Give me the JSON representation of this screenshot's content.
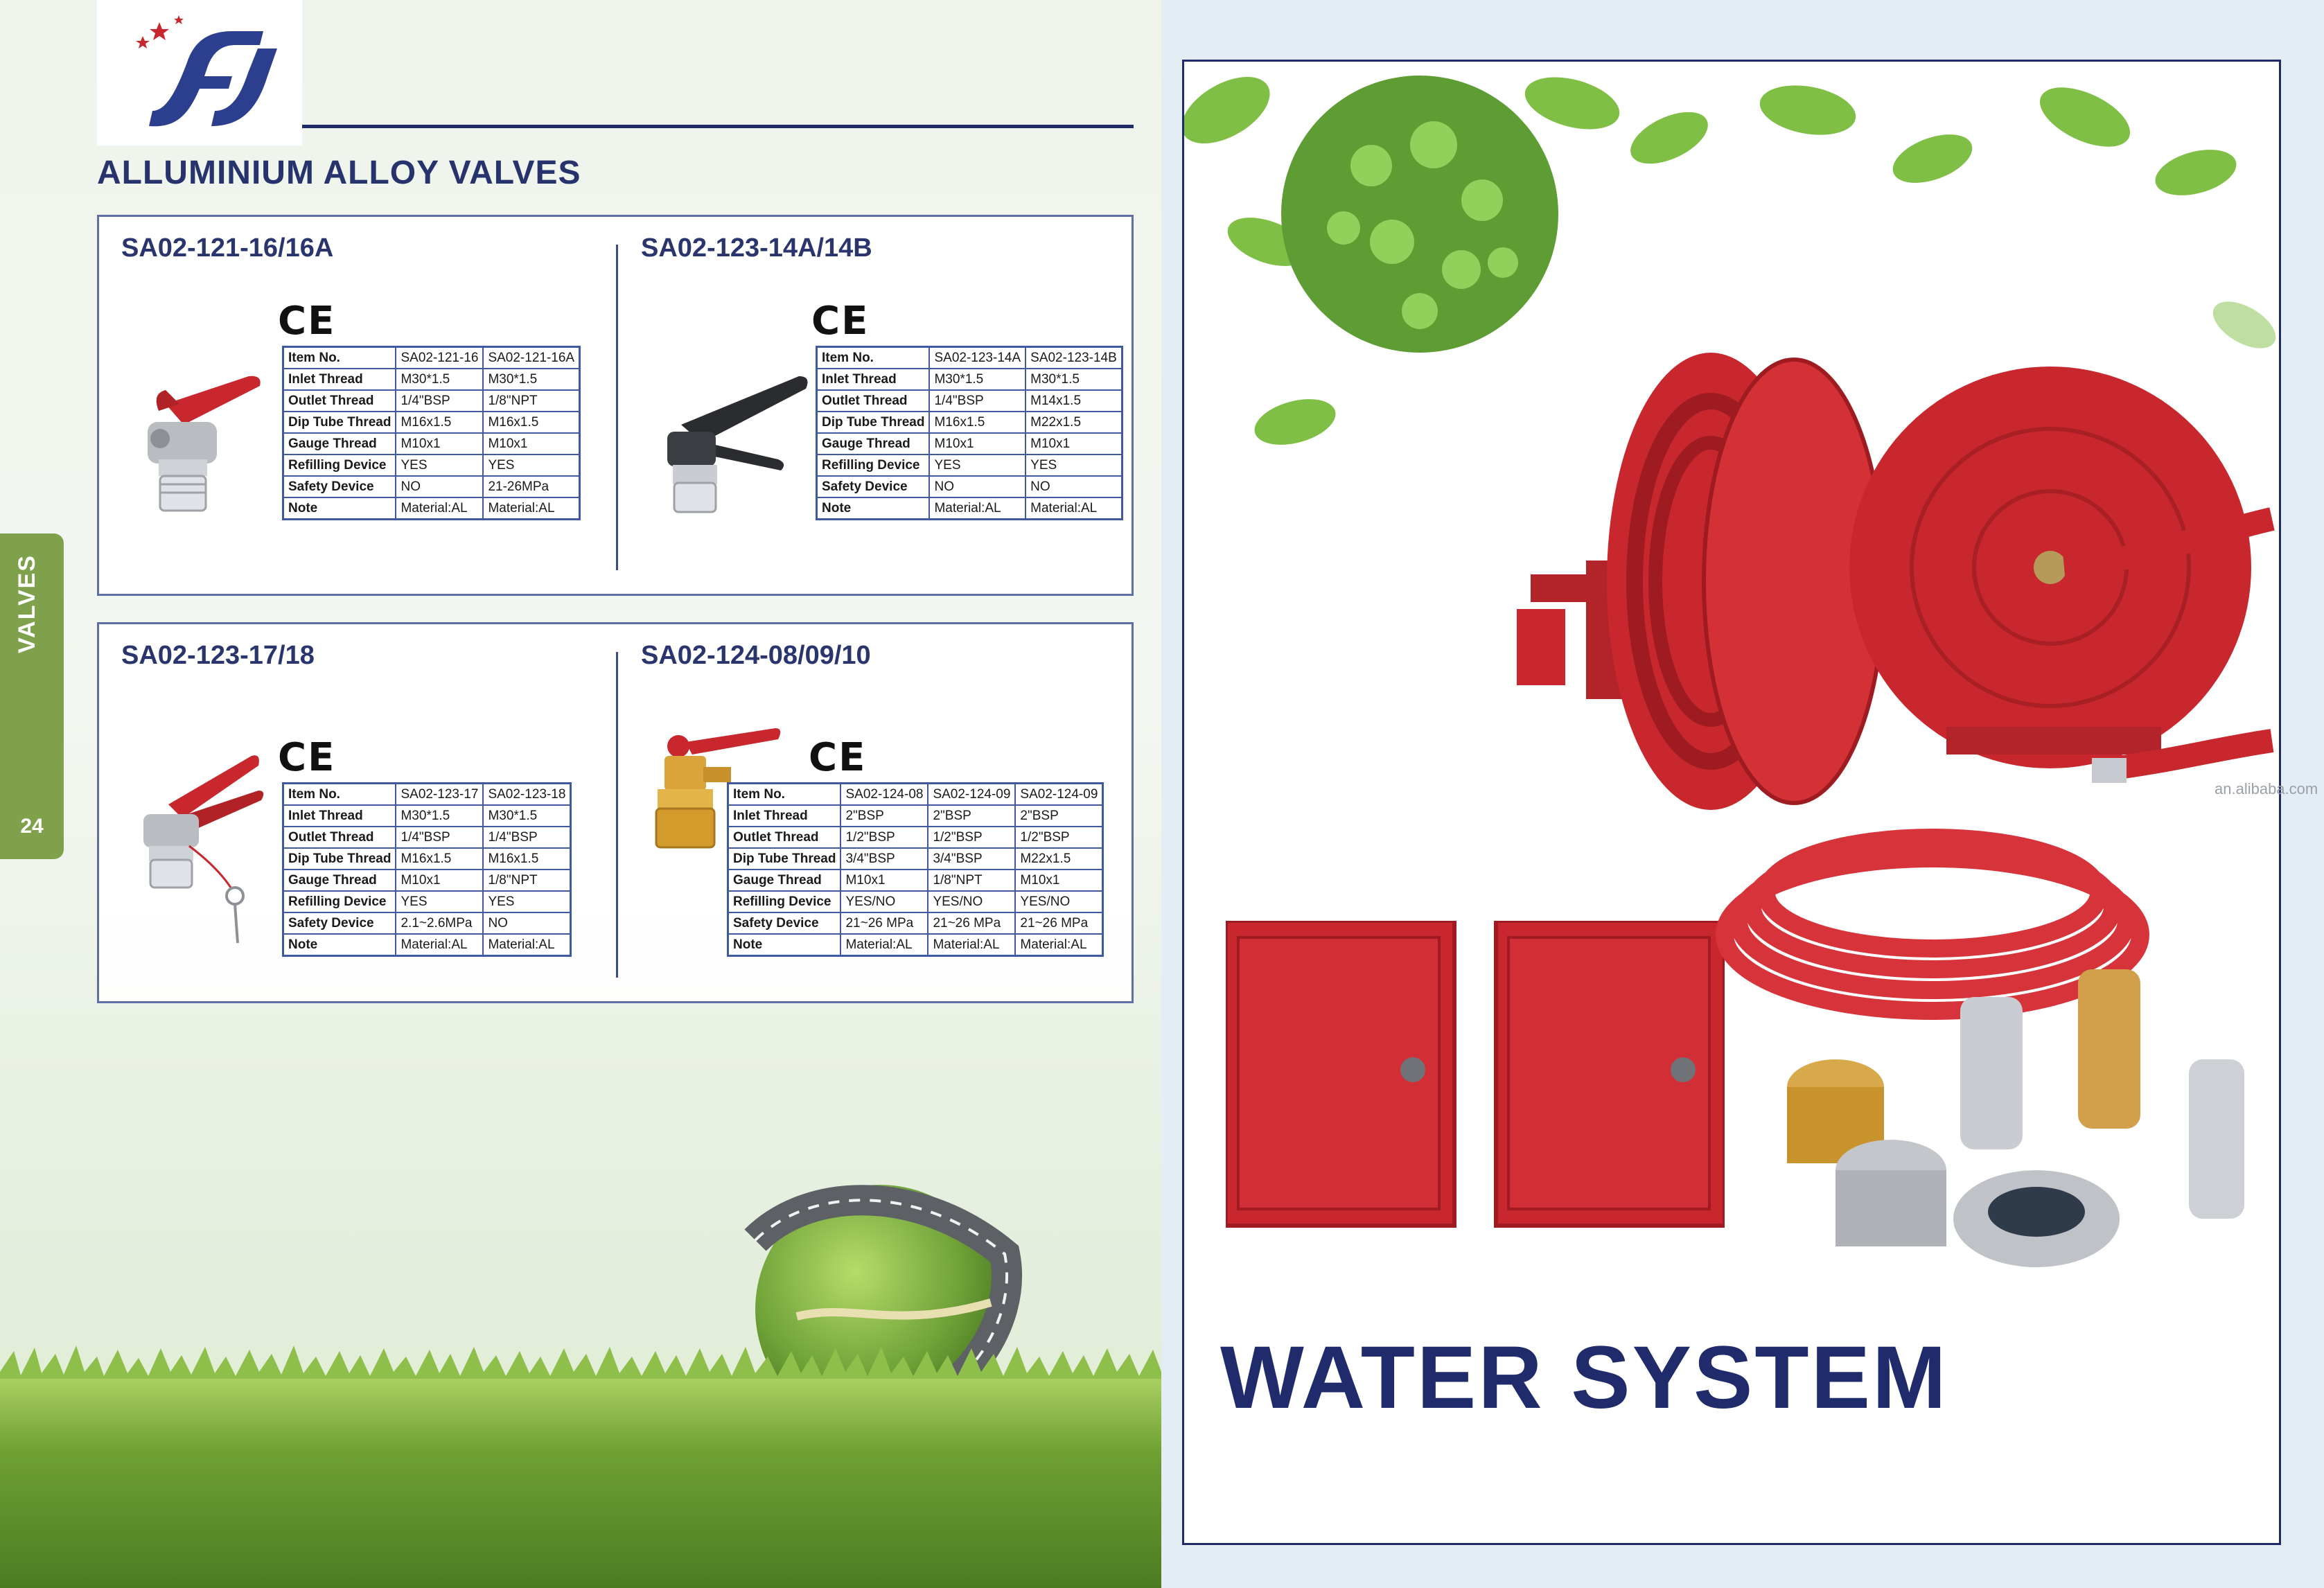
{
  "brand": {
    "logo_text": "FJ"
  },
  "page": {
    "title": "ALLUMINIUM ALLOY VALVES",
    "side_tab": "VALVES",
    "page_number": "24"
  },
  "ce_mark": "CE",
  "products": [
    {
      "code": "SA02-121-16/16A",
      "table": [
        [
          "Item No.",
          "SA02-121-16",
          "SA02-121-16A"
        ],
        [
          "Inlet Thread",
          "M30*1.5",
          "M30*1.5"
        ],
        [
          "Outlet Thread",
          "1/4\"BSP",
          "1/8\"NPT"
        ],
        [
          "Dip Tube Thread",
          "M16x1.5",
          "M16x1.5"
        ],
        [
          "Gauge Thread",
          "M10x1",
          "M10x1"
        ],
        [
          "Refilling Device",
          "YES",
          "YES"
        ],
        [
          "Safety Device",
          "NO",
          "21-26MPa"
        ],
        [
          "Note",
          "Material:AL",
          "Material:AL"
        ]
      ]
    },
    {
      "code": "SA02-123-14A/14B",
      "table": [
        [
          "Item No.",
          "SA02-123-14A",
          "SA02-123-14B"
        ],
        [
          "Inlet Thread",
          "M30*1.5",
          "M30*1.5"
        ],
        [
          "Outlet Thread",
          "1/4\"BSP",
          "M14x1.5"
        ],
        [
          "Dip Tube Thread",
          "M16x1.5",
          "M22x1.5"
        ],
        [
          "Gauge Thread",
          "M10x1",
          "M10x1"
        ],
        [
          "Refilling Device",
          "YES",
          "YES"
        ],
        [
          "Safety Device",
          "NO",
          "NO"
        ],
        [
          "Note",
          "Material:AL",
          "Material:AL"
        ]
      ]
    },
    {
      "code": "SA02-123-17/18",
      "table": [
        [
          "Item No.",
          "SA02-123-17",
          "SA02-123-18"
        ],
        [
          "Inlet Thread",
          "M30*1.5",
          "M30*1.5"
        ],
        [
          "Outlet Thread",
          "1/4\"BSP",
          "1/4\"BSP"
        ],
        [
          "Dip Tube Thread",
          "M16x1.5",
          "M16x1.5"
        ],
        [
          "Gauge Thread",
          "M10x1",
          "1/8\"NPT"
        ],
        [
          "Refilling Device",
          "YES",
          "YES"
        ],
        [
          "Safety Device",
          "2.1~2.6MPa",
          "NO"
        ],
        [
          "Note",
          "Material:AL",
          "Material:AL"
        ]
      ]
    },
    {
      "code": "SA02-124-08/09/10",
      "table": [
        [
          "Item No.",
          "SA02-124-08",
          "SA02-124-09",
          "SA02-124-09"
        ],
        [
          "Inlet Thread",
          "2\"BSP",
          "2\"BSP",
          "2\"BSP"
        ],
        [
          "Outlet Thread",
          "1/2\"BSP",
          "1/2\"BSP",
          "1/2\"BSP"
        ],
        [
          "Dip Tube Thread",
          "3/4\"BSP",
          "3/4\"BSP",
          "M22x1.5"
        ],
        [
          "Gauge Thread",
          "M10x1",
          "1/8\"NPT",
          "M10x1"
        ],
        [
          "Refilling Device",
          "YES/NO",
          "YES/NO",
          "YES/NO"
        ],
        [
          "Safety Device",
          "21~26 MPa",
          "21~26 MPa",
          "21~26 MPa"
        ],
        [
          "Note",
          "Material:AL",
          "Material:AL",
          "Material:AL"
        ]
      ]
    }
  ],
  "right_page": {
    "title": "WATER SYSTEM",
    "watermark": "an.alibaba.com"
  },
  "colors": {
    "brand_navy": "#1f2b6b",
    "tab_green": "#7fa14c",
    "table_blue": "#3f5aa0",
    "product_red": "#c8282d"
  }
}
